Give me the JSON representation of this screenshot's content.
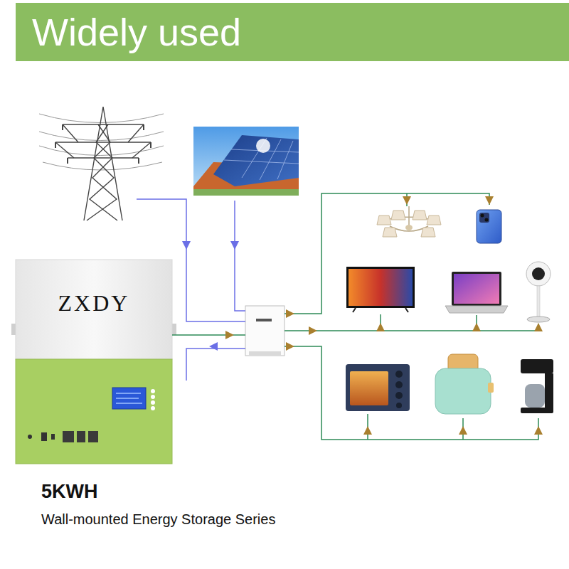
{
  "diagram": {
    "title": "Widely used",
    "nodes": [
      {
        "text": [
          "ZXDY"
        ]
      }
    ],
    "labels": [
      "5KWH",
      "Wall-mounted Energy Storage Series"
    ]
  }
}
